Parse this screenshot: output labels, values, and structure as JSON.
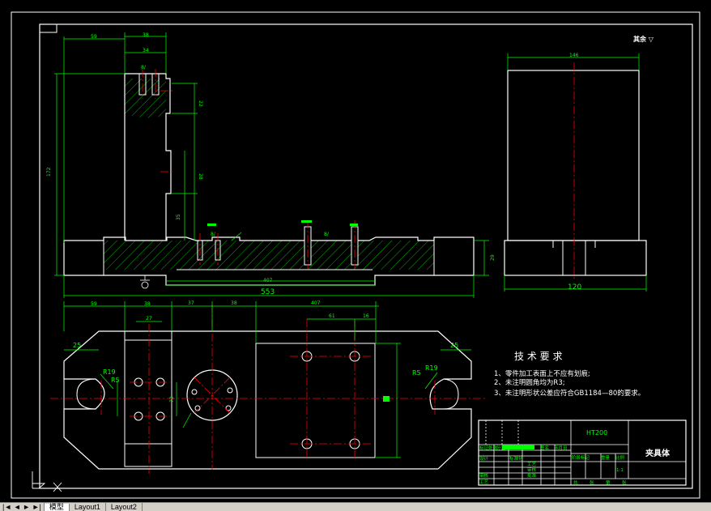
{
  "colors": {
    "background": "#000000",
    "outline": "#ffffff",
    "dimension": "#00ff00",
    "centerline": "#ff0000",
    "hatch": "#00ff00",
    "tabs_bg": "#d4d0c8"
  },
  "drawing": {
    "roughness": "其余 ▽",
    "tech_title": "技 术 要 求",
    "tech_req": [
      "1、零件加工表面上不应有划痕;",
      "2、未注明圆角均为R3;",
      "3、未注明形状公差应符合GB1184—80的要求。"
    ],
    "title_block": {
      "material": "HT200",
      "part_name": "夹具体",
      "scale": "1:1",
      "mark_labels": [
        "标记",
        "处数",
        "分区"
      ],
      "row_labels": [
        "设计",
        "审核",
        "工艺"
      ],
      "col_labels": [
        "标准化",
        "批准"
      ],
      "weight_labels": [
        "阶段标记",
        "重量",
        "比例"
      ],
      "sheet_labels": [
        "共",
        "张",
        "第",
        "张"
      ],
      "sign_labels": [
        "签名",
        "年月日"
      ]
    },
    "dims_front": {
      "top_width": "38",
      "left_offset": "59",
      "slot_width": "34",
      "hole": "8/",
      "height": "172",
      "h1": "22",
      "h2": "28",
      "h3": "35",
      "total": "553",
      "base_inner": "407",
      "base_height": "29",
      "mid": "28"
    },
    "dims_side": {
      "top": "146",
      "bottom": "120"
    },
    "dims_plan": {
      "d1": "59",
      "d2": "38",
      "d3": "37",
      "d4": "38",
      "d5": "407",
      "holes_spacing": "61",
      "holes_small": "16",
      "r_left_big": "R19",
      "r_left_small": "R5",
      "r_right_big": "R19",
      "r_right_small": "R5",
      "left_edge": "25",
      "right_edge": "25",
      "small": "27",
      "center": "72"
    }
  },
  "tabs": {
    "nav_glyphs": "|◄ ◄ ► ►|",
    "model": "模型",
    "layout1": "Layout1",
    "layout2": "Layout2"
  }
}
